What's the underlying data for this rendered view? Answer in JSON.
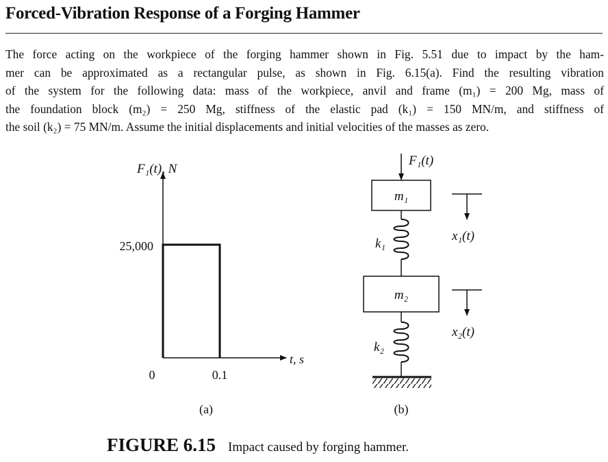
{
  "header": {
    "title": "Forced-Vibration Response of a Forging Hammer"
  },
  "problem": {
    "lines": [
      "The force acting on the workpiece of the forging hammer shown in Fig. 5.51 due to impact by the ham-",
      "mer can be approximated as a rectangular pulse, as shown in Fig. 6.15(a). Find the resulting vibration",
      "of the system for the following data: mass of the workpiece, anvil and frame (m₁) = 200 Mg, mass of",
      "the foundation block (m₂) = 250 Mg, stiffness of the elastic pad (k₁) = 150 MN/m, and stiffness of",
      "the soil (k₂) = 75 MN/m. Assume the initial displacements and initial velocities of the masses as zero."
    ]
  },
  "figure_a": {
    "y_axis_label": "F₁(t), N",
    "x_axis_label": "t, s",
    "y_tick": "25,000",
    "x_ticks": [
      "0",
      "0.1"
    ],
    "sublabel": "(a)",
    "chart_data": {
      "type": "line",
      "x": [
        0,
        0,
        0.1,
        0.1
      ],
      "y": [
        0,
        25000,
        25000,
        0
      ],
      "xlabel": "t, s",
      "ylabel": "F₁(t), N"
    }
  },
  "figure_b": {
    "force_label": "F₁(t)",
    "mass1": "m₁",
    "mass2": "m₂",
    "spring1": "k₁",
    "spring2": "k₂",
    "disp1": "x₁(t)",
    "disp2": "x₂(t)",
    "sublabel": "(b)"
  },
  "caption": {
    "number": "FIGURE 6.15",
    "text": "Impact caused by forging hammer."
  }
}
